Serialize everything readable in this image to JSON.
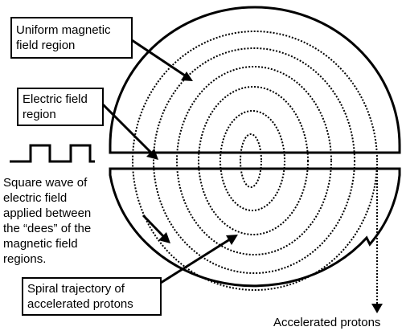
{
  "labels": {
    "uniform_field": [
      "Uniform magnetic",
      "field region"
    ],
    "electric_field": [
      "Electric field",
      "region"
    ],
    "square_wave": [
      "Square wave of",
      "electric field",
      "applied between",
      "the “dees” of the",
      "magnetic field",
      "regions."
    ],
    "spiral": [
      "Spiral trajectory of",
      "accelerated protons"
    ],
    "output": "Accelerated protons"
  },
  "colors": {
    "ink": "#000000",
    "background": "#ffffff"
  }
}
